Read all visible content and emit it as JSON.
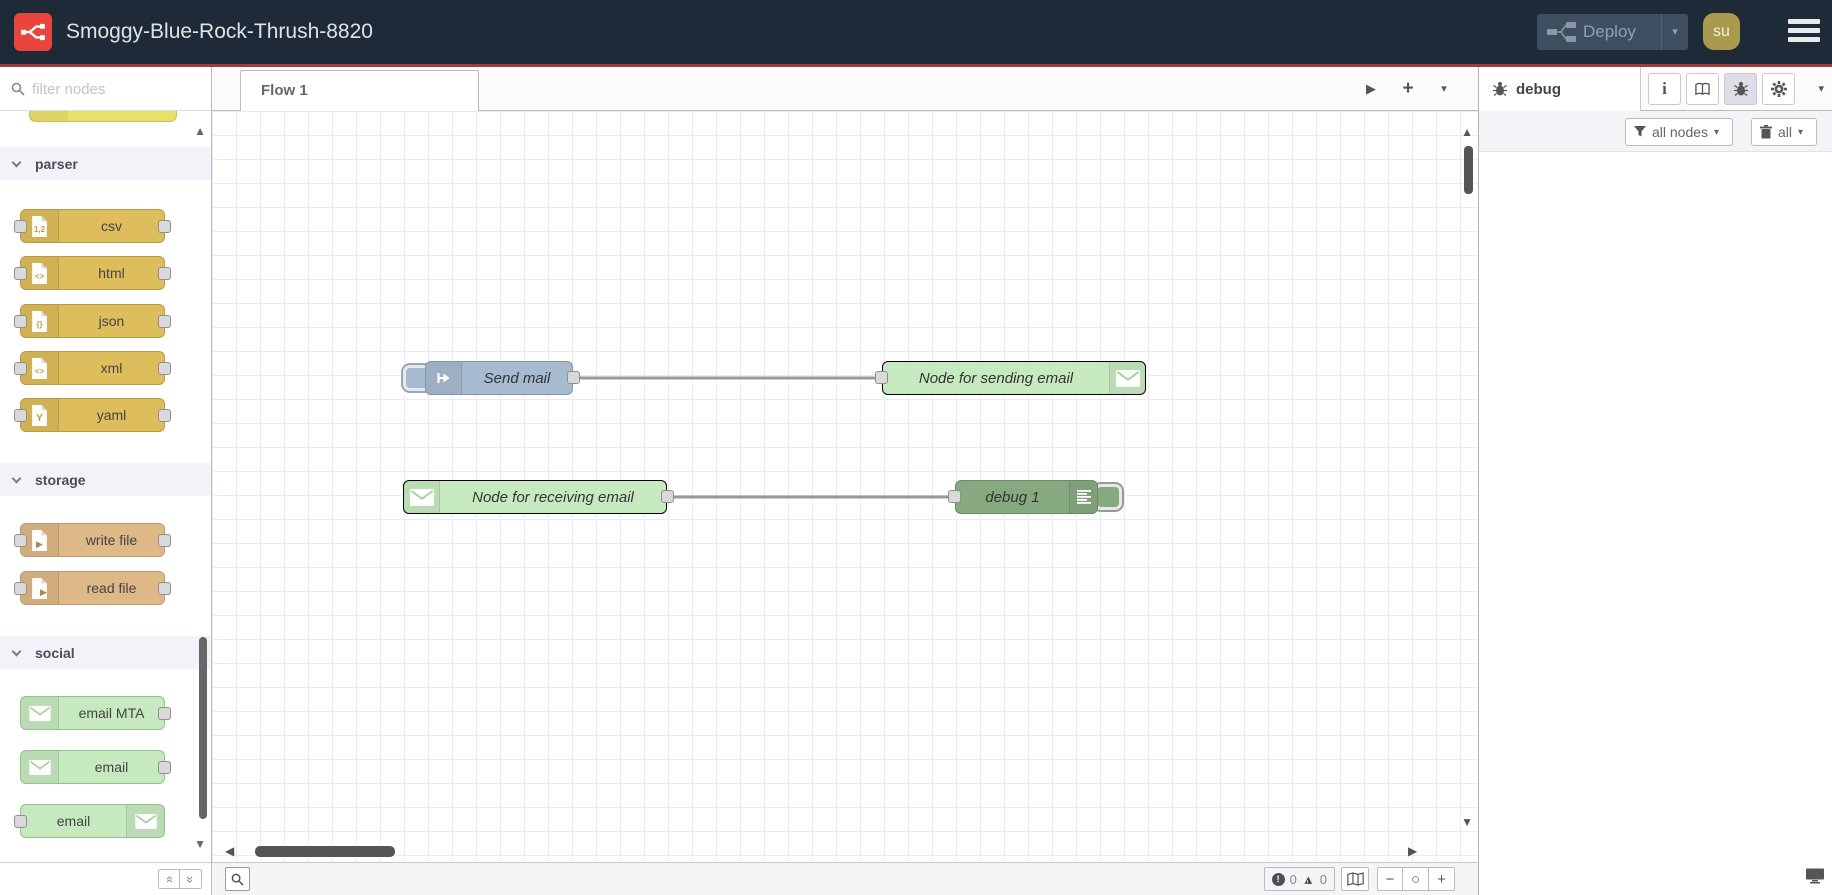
{
  "colors": {
    "header_bg": "#1e2a38",
    "header_border": "#a13c3c",
    "logo_red": "#e9453c",
    "deploy_bg": "#3e4e60",
    "deploy_text": "#93a0ac",
    "avatar_bg": "#aa9a4d",
    "inject_node": "#a6bbcf",
    "email_node": "#c7e9c0",
    "debug_node": "#87a980",
    "parser_node": "#debd5c",
    "storage_node": "#deb887",
    "grid_line": "#e9ecf5",
    "wire": "#999999",
    "port": "#d9d9d9"
  },
  "header": {
    "title": "Smoggy-Blue-Rock-Thrush-8820",
    "deploy_label": "Deploy",
    "avatar_initials": "su"
  },
  "palette": {
    "filter_placeholder": "filter nodes",
    "categories": [
      {
        "label": "parser",
        "nodes": [
          {
            "label": "csv",
            "icon_text": "1,2"
          },
          {
            "label": "html",
            "icon_text": "<>"
          },
          {
            "label": "json",
            "icon_text": "{}"
          },
          {
            "label": "xml",
            "icon_text": "<>"
          },
          {
            "label": "yaml",
            "icon_text": "Y"
          }
        ]
      },
      {
        "label": "storage",
        "nodes": [
          {
            "label": "write file"
          },
          {
            "label": "read file"
          }
        ]
      },
      {
        "label": "social",
        "nodes": [
          {
            "label": "email MTA"
          },
          {
            "label": "email"
          },
          {
            "label": "email"
          }
        ]
      }
    ]
  },
  "workspace": {
    "active_tab": "Flow 1"
  },
  "canvas": {
    "nodes": [
      {
        "label": "Send mail",
        "type": "inject"
      },
      {
        "label": "Node for sending email",
        "type": "email-out"
      },
      {
        "label": "Node for receiving email",
        "type": "email-in"
      },
      {
        "label": "debug 1",
        "type": "debug"
      }
    ]
  },
  "sidebar": {
    "tab_label": "debug",
    "filter_button": "all nodes",
    "clear_button": "all"
  },
  "status_bar": {
    "error_count": "0",
    "warning_count": "0"
  }
}
